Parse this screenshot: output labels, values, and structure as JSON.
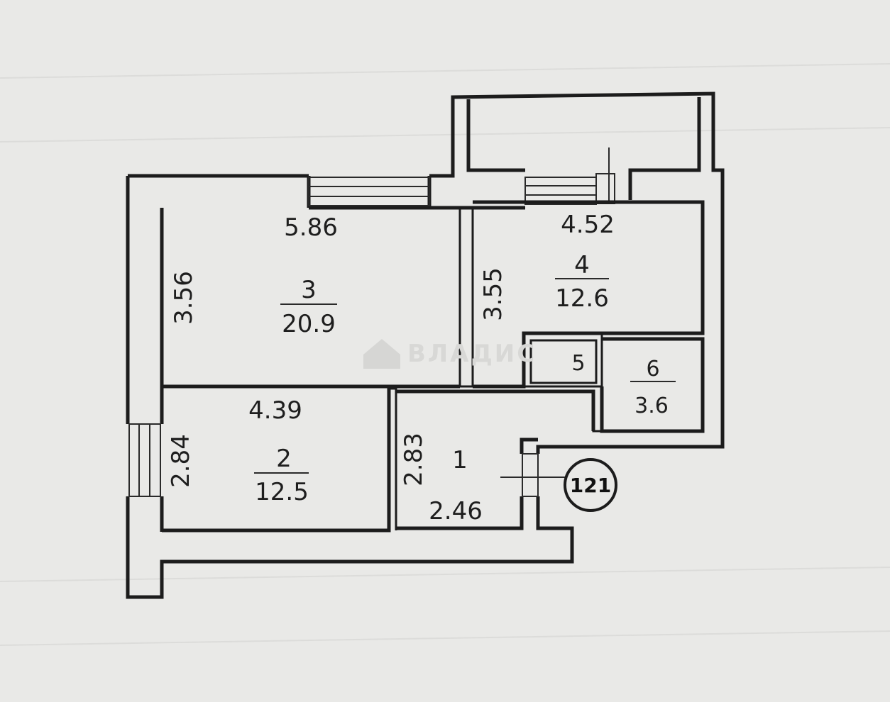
{
  "apartment": {
    "number": "121"
  },
  "watermark": {
    "text": "ВЛАДИС"
  },
  "rooms": {
    "hall": {
      "number": "1",
      "width": "2.46",
      "depth": "2.83"
    },
    "bedroom": {
      "number": "2",
      "area": "12.5",
      "width": "4.39",
      "depth": "2.84"
    },
    "living": {
      "number": "3",
      "area": "20.9",
      "width": "5.86",
      "depth": "3.56"
    },
    "kitchen": {
      "number": "4",
      "area": "12.6",
      "width": "4.52",
      "depth": "3.55"
    },
    "wc": {
      "number": "5"
    },
    "bathroom": {
      "number": "6",
      "area": "3.6"
    }
  },
  "colors": {
    "line": "#1c1c1c",
    "paper": "#e9e9e7"
  }
}
